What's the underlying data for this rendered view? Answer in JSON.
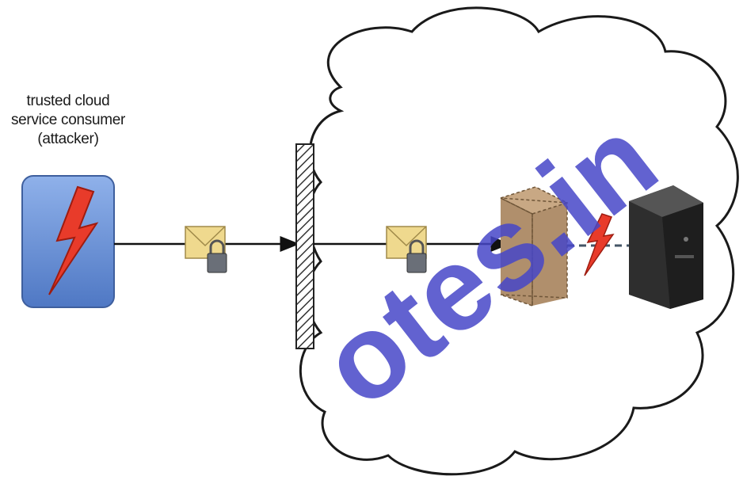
{
  "diagram": {
    "consumer_label": [
      "trusted cloud",
      "service consumer",
      "(attacker)"
    ],
    "watermark_text": "otes.in"
  },
  "colors": {
    "attacker_box": "#6a93d8",
    "lightning": "#e83b2a",
    "envelope": "#efd98e",
    "server_brown": "#b08f6c",
    "server_dark": "#3a3a3a",
    "watermark": "#4646c8"
  },
  "icons": [
    "lightning-icon",
    "envelope-icon",
    "padlock-icon",
    "firewall-icon",
    "cloud-icon",
    "server-icon"
  ]
}
